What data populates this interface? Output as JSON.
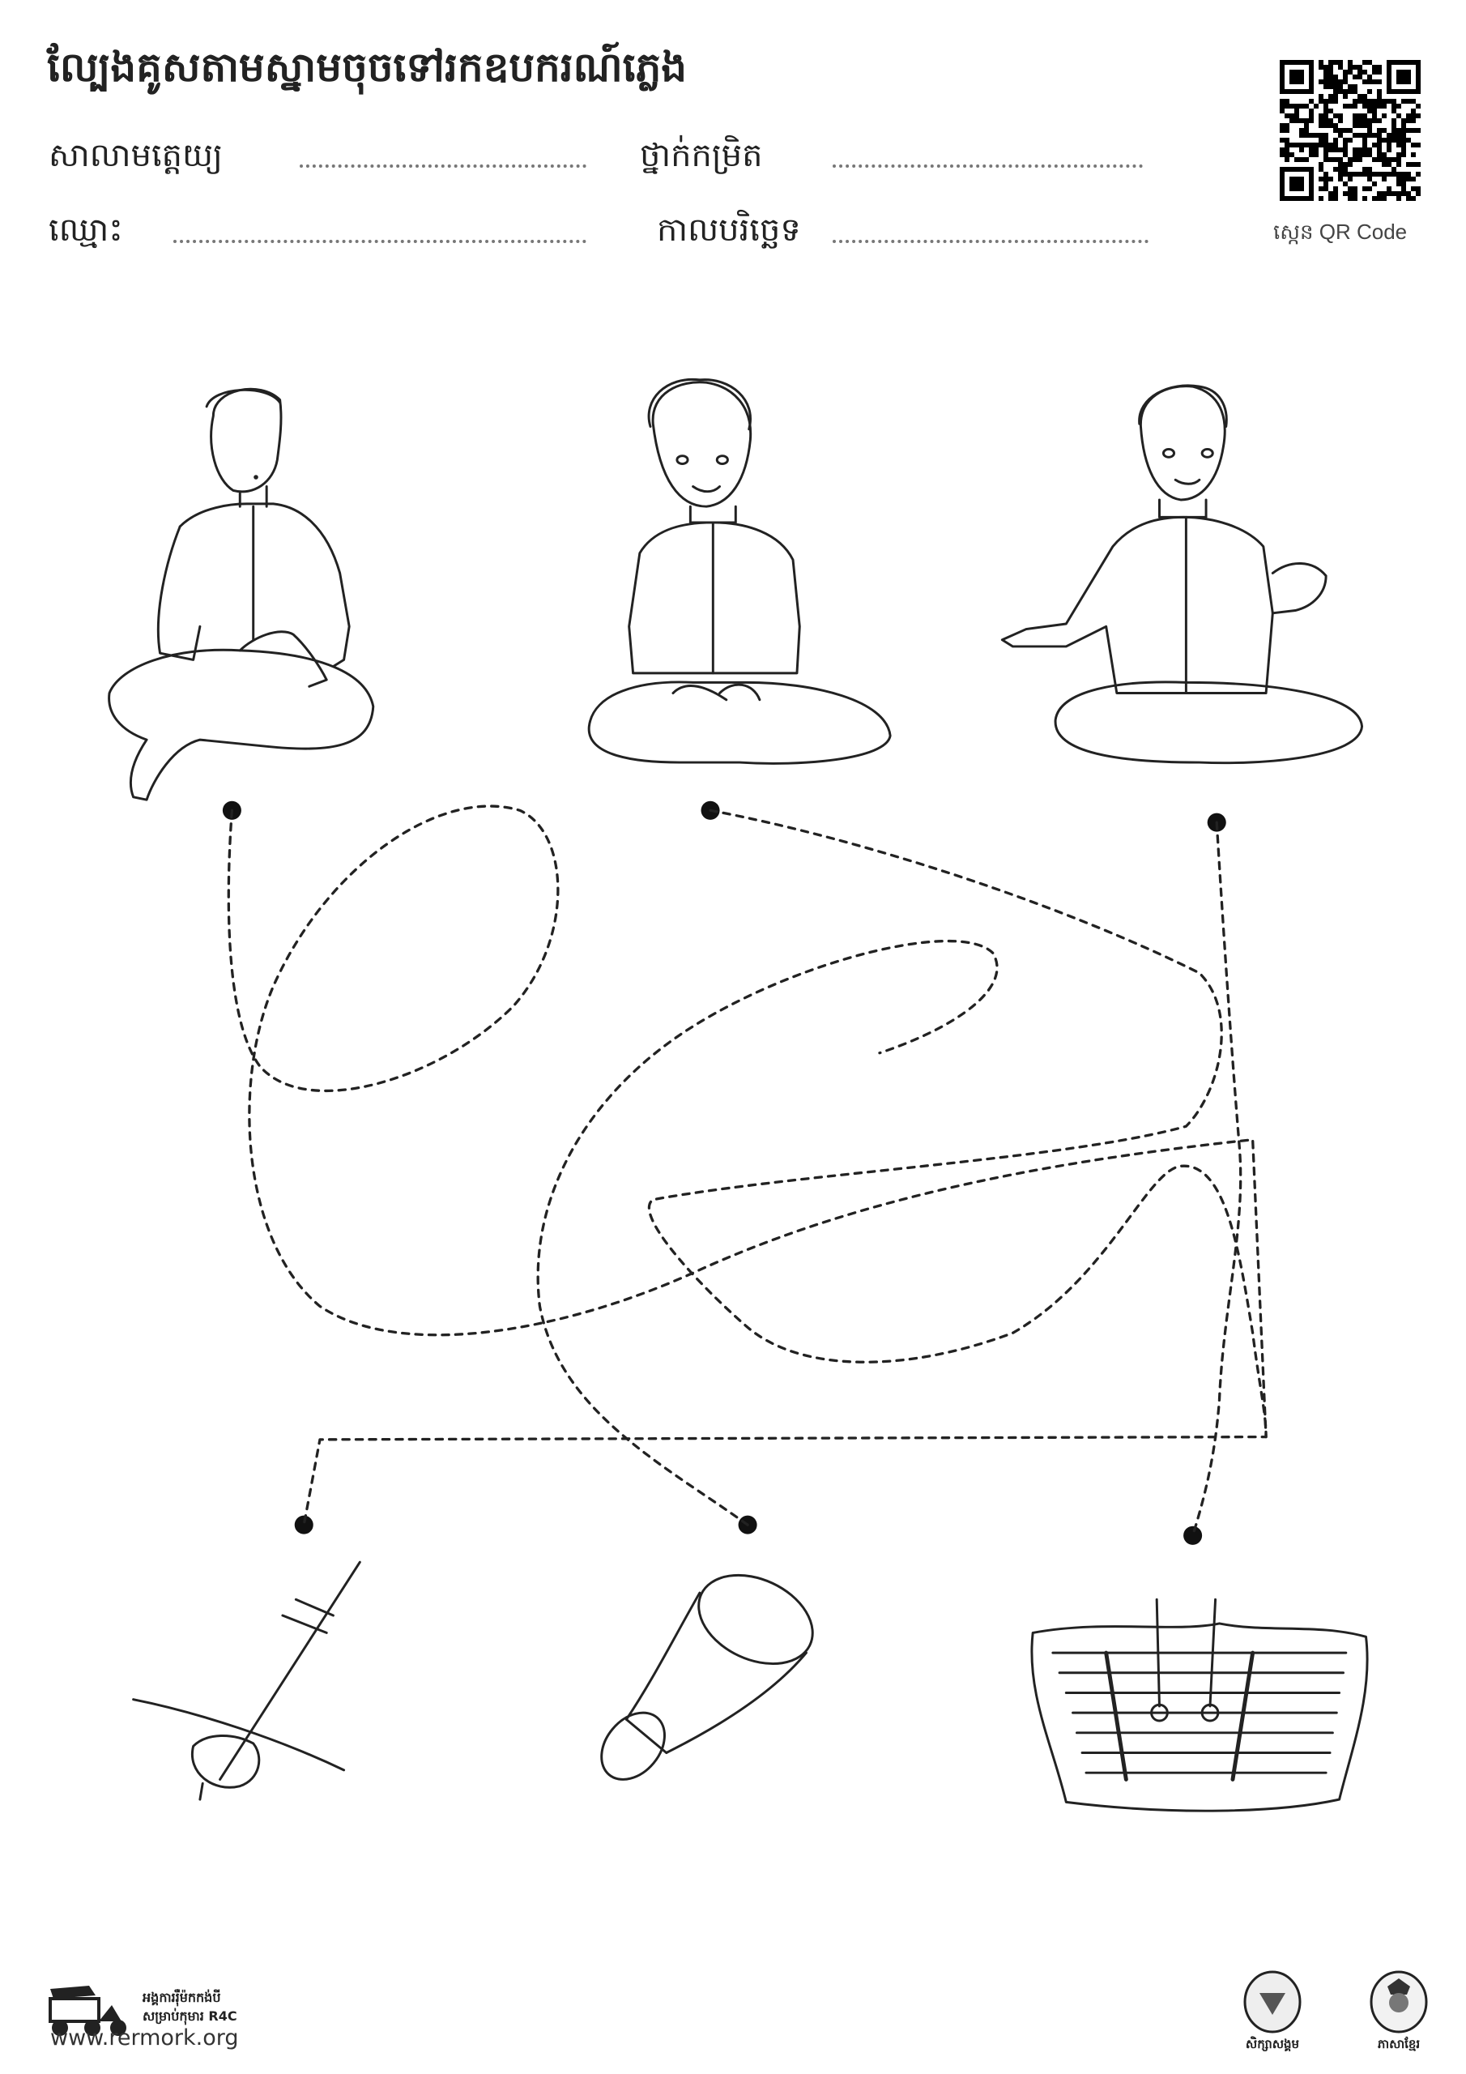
{
  "header": {
    "title": "ល្បែងគូសតាមស្នាមចុចទៅរកឧបករណ៍ភ្លេង",
    "fields": {
      "school_label": "សាលាមត្តេយ្យ",
      "grade_label": "ថ្នាក់កម្រិត",
      "name_label": "ឈ្មោះ",
      "date_label": "កាលបរិច្ឆេទ"
    },
    "qr_caption": "ស្កេន QR Code"
  },
  "activity": {
    "musicians": [
      "musician-1",
      "musician-2",
      "musician-3"
    ],
    "instruments": [
      "tro-fiddle",
      "skor-drum",
      "khim-zither"
    ]
  },
  "footer": {
    "org_line1": "អង្គការរ៉ឺម៉កកង់បី",
    "org_line2": "សម្រាប់កុមារ R4C",
    "website": "www.rermork.org",
    "badges": [
      "សិក្សាសង្គម",
      "ភាសាខ្មែរ"
    ]
  }
}
